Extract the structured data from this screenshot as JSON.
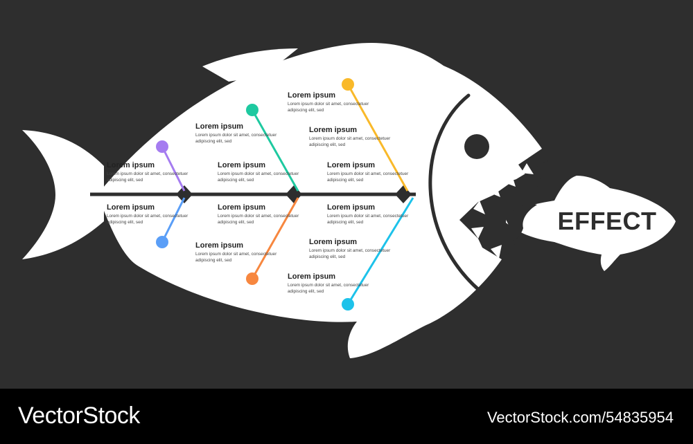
{
  "effect_label": "EFFECT",
  "colors": {
    "background": "#2e2e2e",
    "fish": "#ffffff",
    "spine": "#2e2e2e",
    "purple": "#a57cf0",
    "blue": "#5a9ef7",
    "green": "#1ec9a0",
    "orange": "#f7873f",
    "yellow": "#f9b92a",
    "cyan": "#1dc2ea"
  },
  "causes": [
    {
      "title": "Lorem ipsum",
      "desc": "Lorem ipsum dolor sit amet, consectetuer adipiscing elit, sed",
      "color": "purple"
    },
    {
      "title": "Lorem ipsum",
      "desc": "Lorem ipsum dolor sit amet, consectetuer adipiscing elit, sed",
      "color": "blue"
    },
    {
      "title": "Lorem ipsum",
      "desc": "Lorem ipsum dolor sit amet, consectetuer adipiscing elit, sed",
      "color": "green"
    },
    {
      "title": "Lorem ipsum",
      "desc": "Lorem ipsum dolor sit amet, consectetuer adipiscing elit, sed",
      "color": "green"
    },
    {
      "title": "Lorem ipsum",
      "desc": "Lorem ipsum dolor sit amet, consectetuer adipiscing elit, sed",
      "color": "orange"
    },
    {
      "title": "Lorem ipsum",
      "desc": "Lorem ipsum dolor sit amet, consectetuer adipiscing elit, sed",
      "color": "orange"
    },
    {
      "title": "Lorem ipsum",
      "desc": "Lorem ipsum dolor sit amet, consectetuer adipiscing elit, sed",
      "color": "yellow"
    },
    {
      "title": "Lorem ipsum",
      "desc": "Lorem ipsum dolor sit amet, consectetuer adipiscing elit, sed",
      "color": "yellow"
    },
    {
      "title": "Lorem ipsum",
      "desc": "Lorem ipsum dolor sit amet, consectetuer adipiscing elit, sed",
      "color": "yellow"
    },
    {
      "title": "Lorem ipsum",
      "desc": "Lorem ipsum dolor sit amet, consectetuer adipiscing elit, sed",
      "color": "cyan"
    },
    {
      "title": "Lorem ipsum",
      "desc": "Lorem ipsum dolor sit amet, consectetuer adipiscing elit, sed",
      "color": "cyan"
    },
    {
      "title": "Lorem ipsum",
      "desc": "Lorem ipsum dolor sit amet, consectetuer adipiscing elit, sed",
      "color": "cyan"
    }
  ],
  "footer": {
    "logo": "VectorStock",
    "url": "VectorStock.com/54835954"
  }
}
